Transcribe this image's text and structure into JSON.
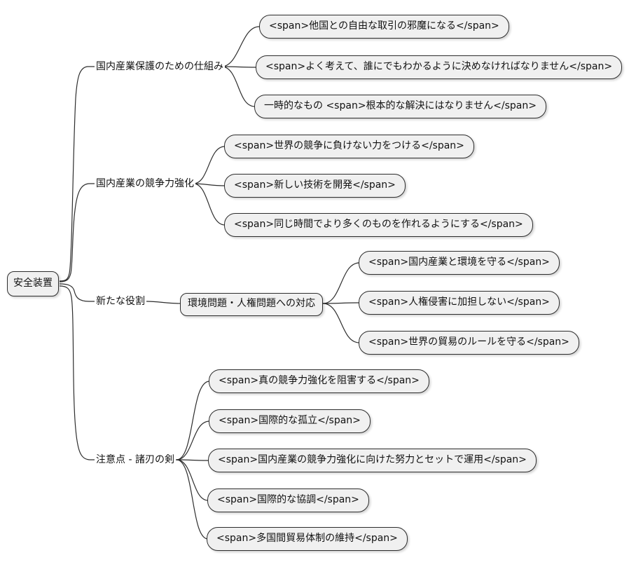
{
  "diagram": {
    "type": "mindmap",
    "root": {
      "label": "安全装置"
    },
    "branches": [
      {
        "label": "国内産業保護のための仕組み",
        "children": [
          {
            "label": "<span>他国との自由な取引の邪魔になる</span>"
          },
          {
            "label": "<span>よく考えて、誰にでもわかるように決めなければなりません</span>"
          },
          {
            "label": "一時的なもの <span>根本的な解決にはなりません</span>"
          }
        ]
      },
      {
        "label": "国内産業の競争力強化",
        "children": [
          {
            "label": "<span>世界の競争に負けない力をつける</span>"
          },
          {
            "label": "<span>新しい技術を開発</span>"
          },
          {
            "label": "<span>同じ時間でより多くのものを作れるようにする</span>"
          }
        ]
      },
      {
        "label": "新たな役割",
        "children": [
          {
            "label": "環境問題・人権問題への対応",
            "children": [
              {
                "label": "<span>国内産業と環境を守る</span>"
              },
              {
                "label": "<span>人権侵害に加担しない</span>"
              },
              {
                "label": "<span>世界の貿易のルールを守る</span>"
              }
            ]
          }
        ]
      },
      {
        "label": "注意点 - 諸刃の剣",
        "children": [
          {
            "label": "<span>真の競争力強化を阻害する</span>"
          },
          {
            "label": "<span>国際的な孤立</span>"
          },
          {
            "label": "<span>国内産業の競争力強化に向けた努力とセットで運用</span>"
          },
          {
            "label": "<span>国際的な協調</span>"
          },
          {
            "label": "<span>多国間貿易体制の維持</span>"
          }
        ]
      }
    ],
    "colors": {
      "background": "#ffffff",
      "node_fill": "#f0f0f0",
      "node_border": "#2d2d2d",
      "connector": "#2d2d2d",
      "text": "#111111"
    }
  }
}
